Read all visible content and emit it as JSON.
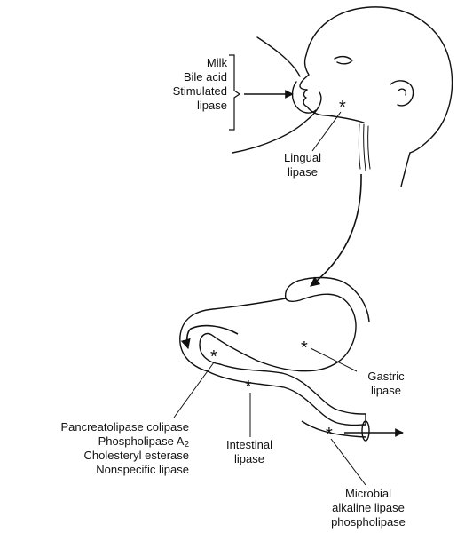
{
  "mouth_inputs": {
    "line1": "Milk",
    "line2": "Bile acid",
    "line3": "Stimulated",
    "line4": "lipase"
  },
  "lingual": {
    "line1": "Lingual",
    "line2": "lipase"
  },
  "gastric": {
    "line1": "Gastric",
    "line2": "lipase"
  },
  "pancreatic": {
    "line1": "Pancreatolipase colipase",
    "line2_main": "Phospholipase A",
    "line2_sub": "2",
    "line3": "Cholesteryl esterase",
    "line4": "Nonspecific lipase"
  },
  "intestinal": {
    "line1": "Intestinal",
    "line2": "lipase"
  },
  "microbial": {
    "line1": "Microbial",
    "line2": "alkaline lipase",
    "line3": "phospholipase"
  },
  "marker": "*",
  "colors": {
    "ink": "#111111",
    "background": "#ffffff"
  }
}
